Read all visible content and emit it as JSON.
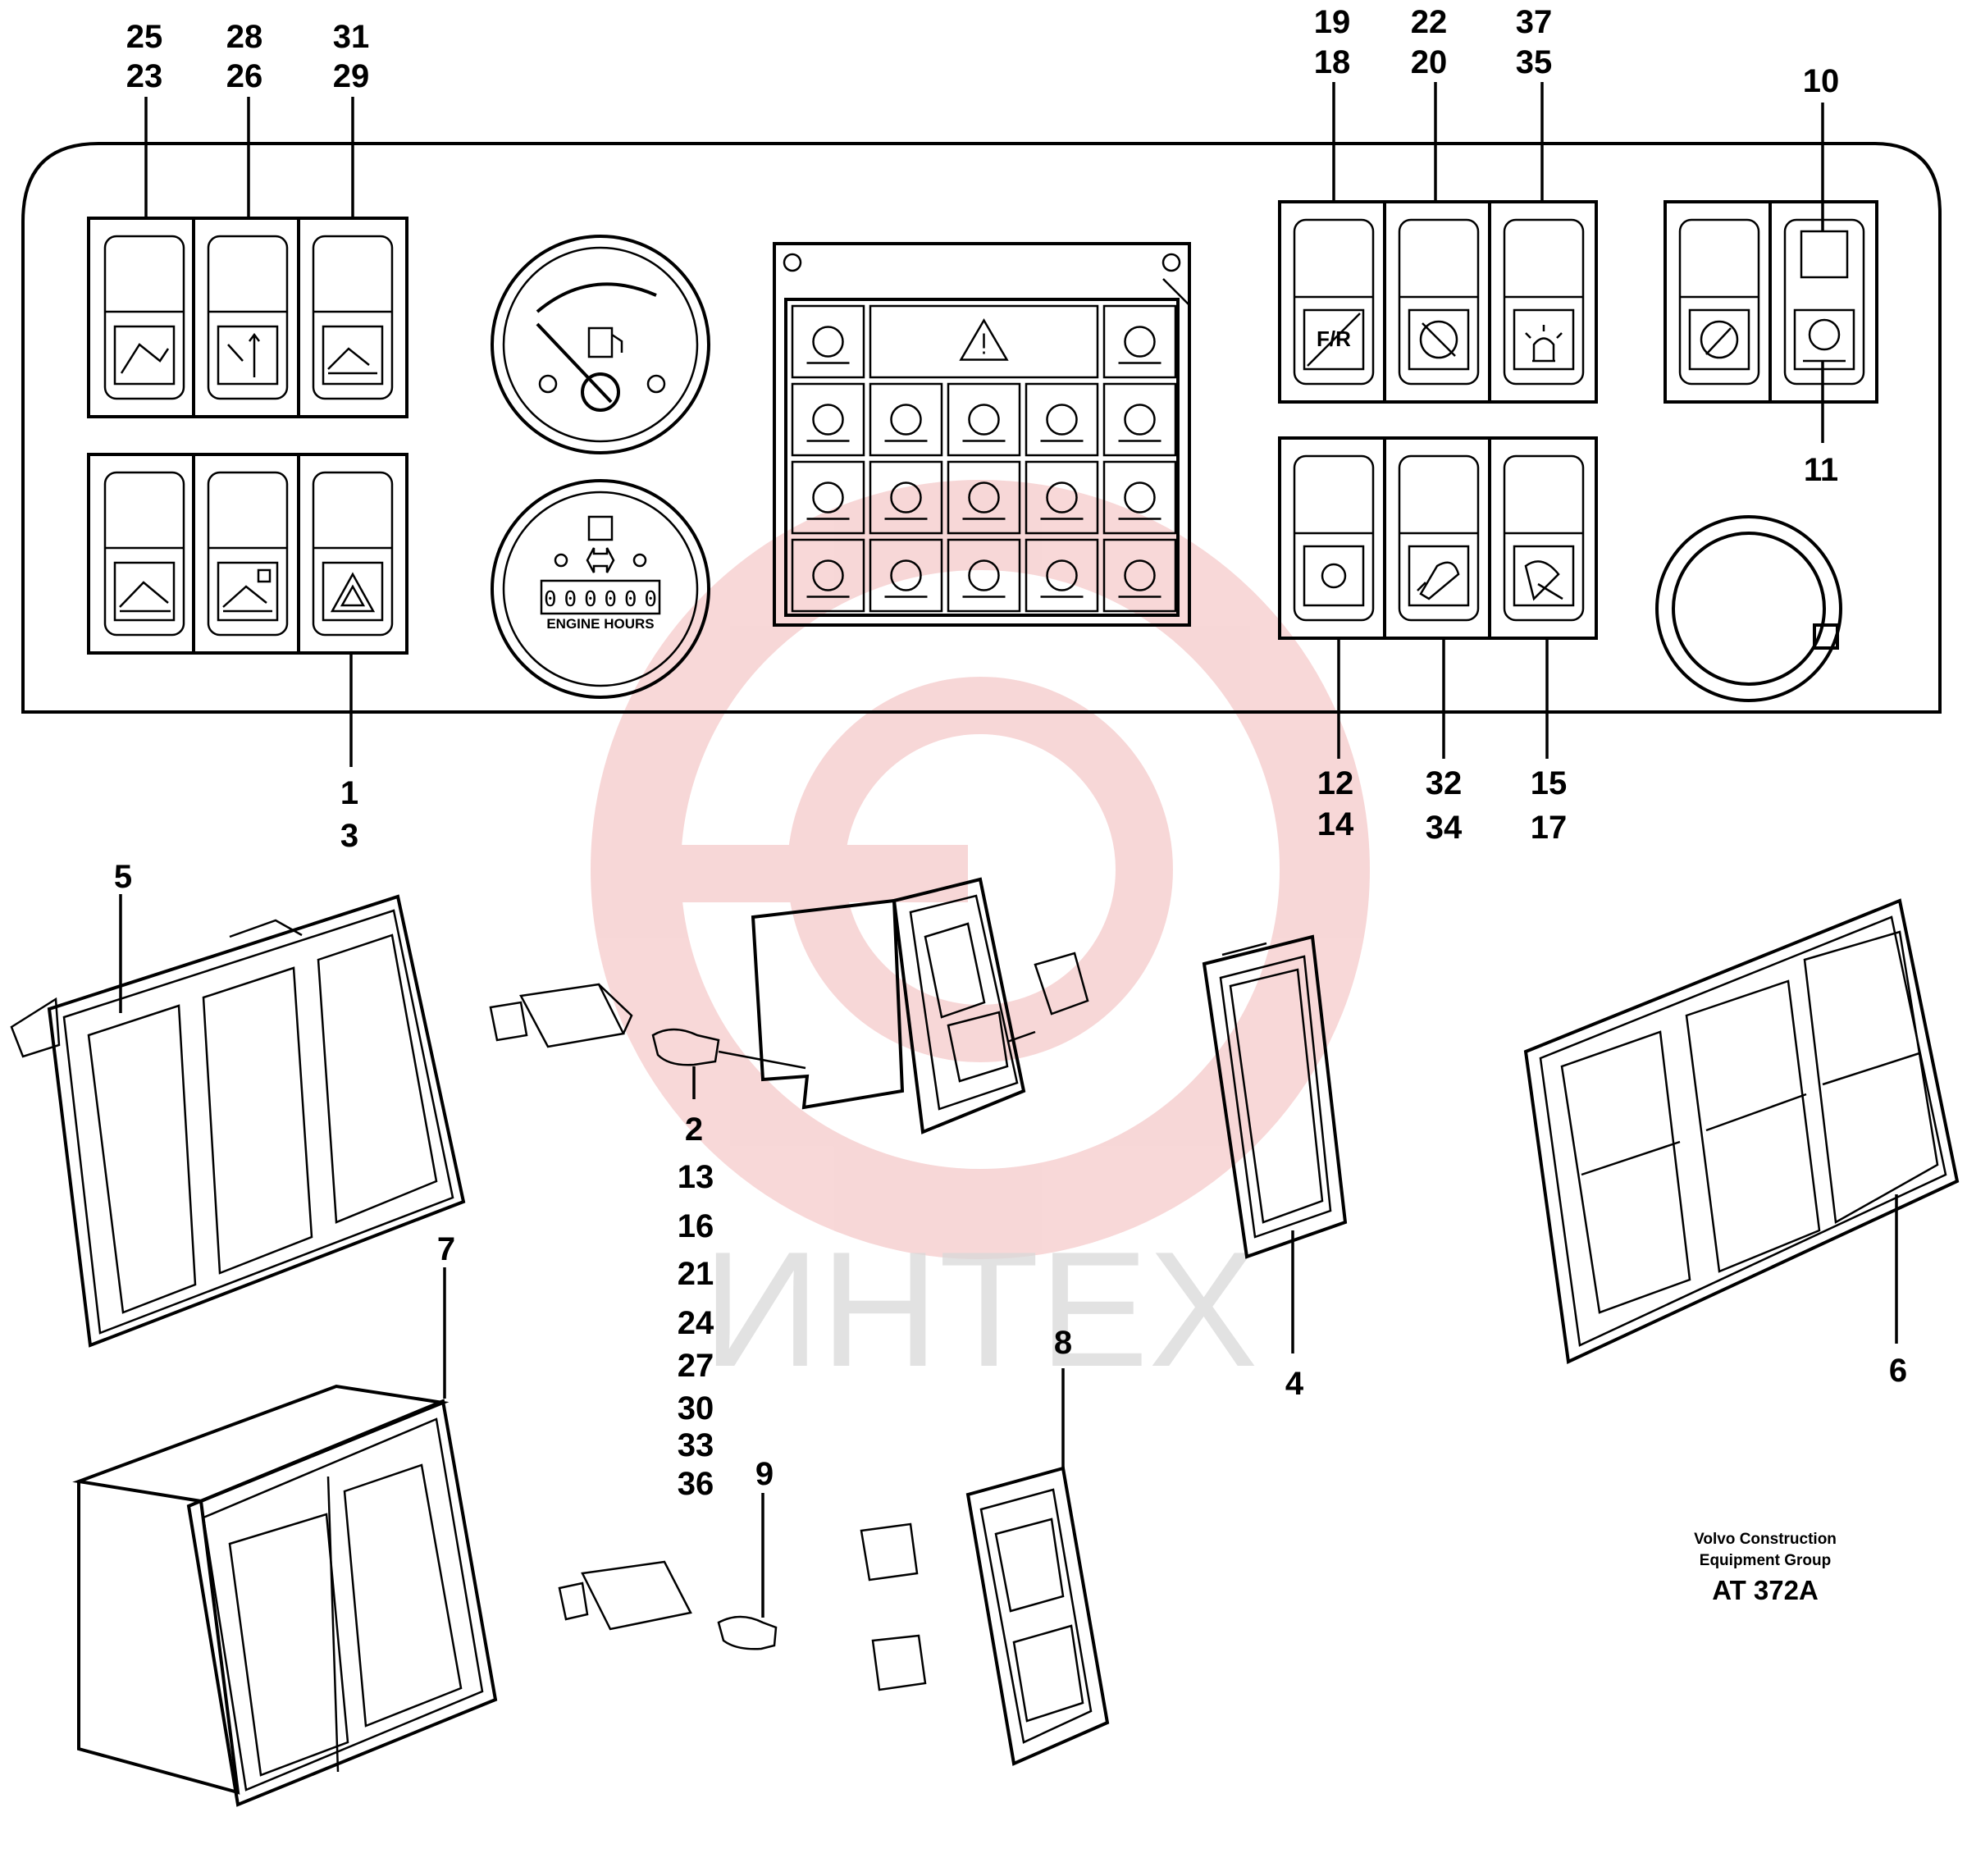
{
  "callouts": {
    "top_left": [
      {
        "upper": "25",
        "lower": "23"
      },
      {
        "upper": "28",
        "lower": "26"
      },
      {
        "upper": "31",
        "lower": "29"
      }
    ],
    "top_right": [
      {
        "upper": "19",
        "lower": "18"
      },
      {
        "upper": "22",
        "lower": "20"
      },
      {
        "upper": "37",
        "lower": "35"
      }
    ],
    "n10": "10",
    "n11": "11",
    "bottom_left": {
      "upper": "1",
      "lower": "3"
    },
    "bottom_right": [
      {
        "upper": "12",
        "lower": "14"
      },
      {
        "upper": "32",
        "lower": "34"
      },
      {
        "upper": "15",
        "lower": "17"
      }
    ],
    "n5": "5",
    "n7": "7",
    "n8": "8",
    "n9": "9",
    "n4": "4",
    "n6": "6",
    "bulb_list": [
      "2",
      "13",
      "16",
      "21",
      "24",
      "27",
      "30",
      "33",
      "36"
    ]
  },
  "gauge": {
    "hours_label": "ENGINE HOURS",
    "digits": "000000"
  },
  "credit": {
    "line1": "Volvo Construction",
    "line2": "Equipment Group",
    "code": "AT 372A"
  },
  "watermark": {
    "text": "ИНТЕХ",
    "color": "#f2b8b8"
  },
  "icons": {
    "warning_panel": [
      "engine-oil-icon",
      "warning-triangle-icon",
      "transmission-oil-icon",
      "coolant-temp-icon",
      "brake-pressure-icon",
      "parking-brake-icon",
      "steering-warning-icon",
      "oil-temp-icon",
      "turbo-icon",
      "battery-icon",
      "direction-indicator-icon",
      "steering-icon",
      "axle-temp-icon",
      "preheat-icon",
      "beacon-icon",
      "high-beam-icon",
      "work-light-icon",
      "differential-lock-icon"
    ],
    "switches": [
      "F/R"
    ]
  }
}
